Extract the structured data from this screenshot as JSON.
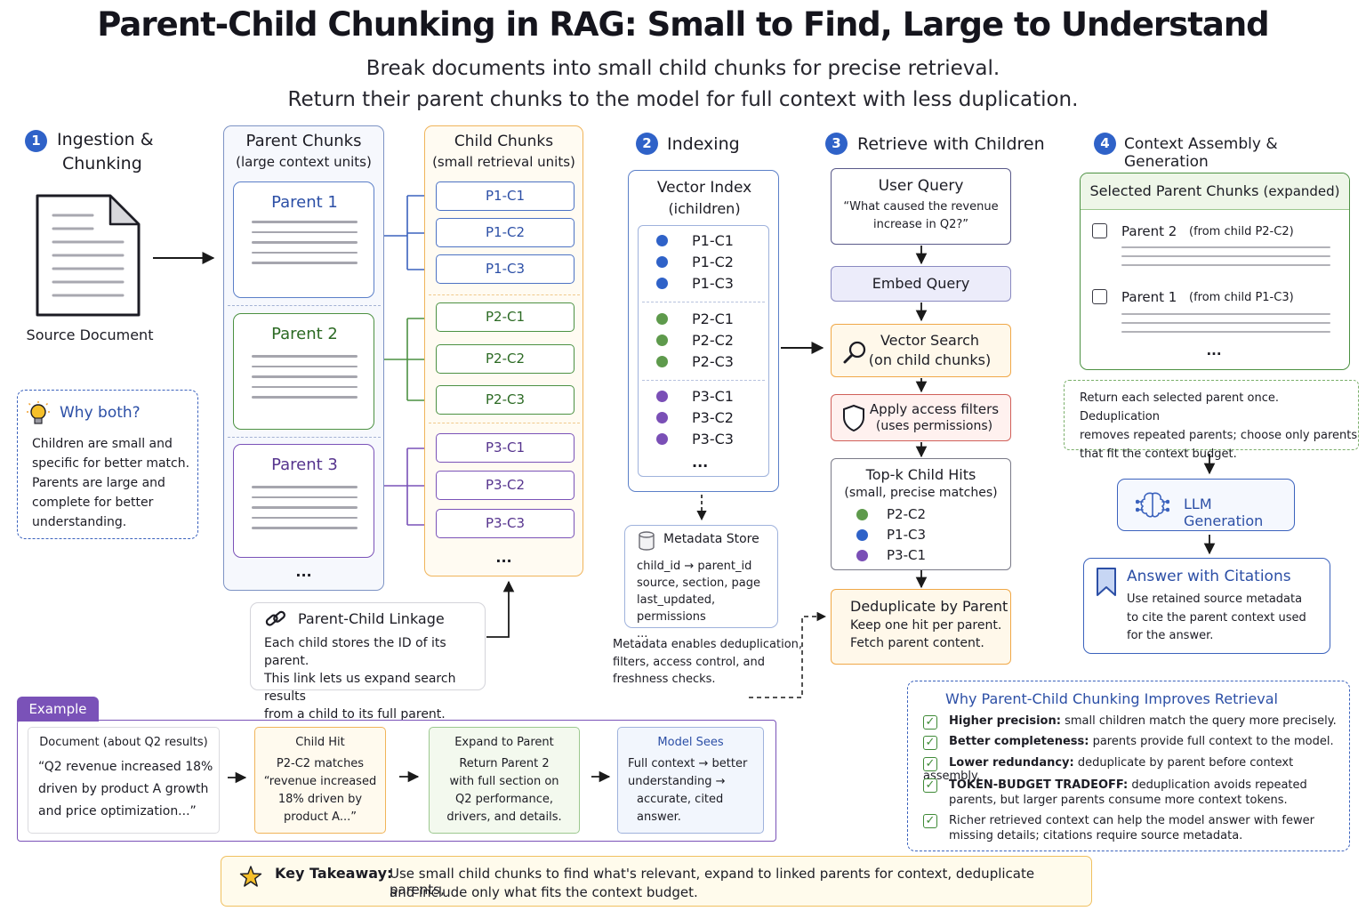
{
  "title": "Parent-Child Chunking in RAG: Small to Find, Large to Understand",
  "subtitle_line1": "Break documents into small child chunks for precise retrieval.",
  "subtitle_line2": "Return their parent chunks to the model for full context with less duplication.",
  "steps": {
    "s1": {
      "num": "1",
      "title_line1": "Ingestion &",
      "title_line2": "Chunking"
    },
    "s2": {
      "num": "2",
      "title": "Indexing"
    },
    "s3": {
      "num": "3",
      "title": "Retrieve with Children"
    },
    "s4": {
      "num": "4",
      "title": "Context Assembly & Generation"
    }
  },
  "source_document": "Source Document",
  "why_both": {
    "title": "Why both?",
    "lines": [
      "Children are small and",
      "specific for better match.",
      "Parents are large and",
      "complete for better",
      "understanding."
    ]
  },
  "parent_chunks": {
    "title": "Parent Chunks",
    "subtitle": "(large context units)",
    "parents": [
      "Parent 1",
      "Parent 2",
      "Parent 3"
    ],
    "more": "..."
  },
  "child_chunks": {
    "title": "Child Chunks",
    "subtitle": "(small retrieval units)",
    "children": [
      "P1-C1",
      "P1-C2",
      "P1-C3",
      "P2-C1",
      "P2-C2",
      "P2-C3",
      "P3-C1",
      "P3-C2",
      "P3-C3"
    ],
    "more": "..."
  },
  "linkage": {
    "title": "Parent-Child Linkage",
    "lines": [
      "Each child stores the ID of its parent.",
      "This link lets us expand search results",
      "from a child to its full parent."
    ]
  },
  "vector_index": {
    "title_line1": "Vector Index",
    "title_line2": "(ichildren)",
    "entries": [
      "P1-C1",
      "P1-C2",
      "P1-C3",
      "P2-C1",
      "P2-C2",
      "P2-C3",
      "P3-C1",
      "P3-C2",
      "P3-C3"
    ],
    "more": "..."
  },
  "metadata_store": {
    "title": "Metadata Store",
    "lines": [
      "child_id → parent_id",
      "source, section, page",
      "last_updated, permissions",
      "..."
    ],
    "note_lines": [
      "Metadata enables deduplication,",
      "filters, access control, and",
      "freshness checks."
    ]
  },
  "retrieve": {
    "user_query_title": "User Query",
    "user_query_line1": "“What caused the revenue",
    "user_query_line2": "increase in Q2?”",
    "embed": "Embed Query",
    "vector_search_line1": "Vector Search",
    "vector_search_line2": "(on child chunks)",
    "filters_line1": "Apply access filters",
    "filters_line2": "(uses permissions)",
    "topk_title": "Top-k Child Hits",
    "topk_sub": "(small, precise matches)",
    "hits": [
      "P2-C2",
      "P1-C3",
      "P3-C1"
    ],
    "dedup_title": "Deduplicate by Parent",
    "dedup_line1": "Keep one hit per parent.",
    "dedup_line2": "Fetch parent content."
  },
  "selected": {
    "title": "Selected Parent Chunks",
    "title_suffix": "(expanded)",
    "items": [
      {
        "name": "Parent 2",
        "from": "(from child P2-C2)"
      },
      {
        "name": "Parent 1",
        "from": "(from child P1-C3)"
      }
    ],
    "more": "...",
    "note_lines": [
      "Return each selected parent once. Deduplication",
      "removes repeated parents; choose only parents",
      "that fit the context budget."
    ]
  },
  "llm": "LLM Generation",
  "answer": {
    "title": "Answer with Citations",
    "lines": [
      "Use retained source metadata",
      "to cite the parent context used",
      "for the answer."
    ]
  },
  "why_improves": {
    "title": "Why Parent-Child Chunking Improves Retrieval",
    "items": [
      {
        "bold": "Higher precision:",
        "text": " small children match the query more precisely.",
        "text2": ""
      },
      {
        "bold": "Better completeness:",
        "text": " parents provide full context to the model.",
        "text2": ""
      },
      {
        "bold": "Lower redundancy:",
        "text": " deduplicate by parent before context assembly.",
        "text2": ""
      },
      {
        "bold": "TOKEN-BUDGET TRADEOFF:",
        "text": " deduplication avoids repeated",
        "text2": "parents, but larger parents consume more context tokens."
      },
      {
        "bold": "",
        "text": "Richer retrieved context can help the model answer with fewer",
        "text2": "missing details; citations require source metadata."
      }
    ]
  },
  "example": {
    "tab": "Example",
    "doc_title": "Document (about Q2 results)",
    "doc_lines": [
      "“Q2 revenue increased 18%",
      "driven by product A growth",
      "and price optimization...”"
    ],
    "hit_title": "Child Hit",
    "hit_lines": [
      "P2-C2 matches",
      "“revenue increased",
      "18% driven by",
      "product A...”"
    ],
    "expand_title": "Expand to Parent",
    "expand_lines": [
      "Return Parent 2",
      "with full section on",
      "Q2 performance,",
      "drivers, and details."
    ],
    "model_title": "Model Sees",
    "model_lines": [
      "Full context → better",
      "understanding →",
      "accurate, cited",
      "answer."
    ]
  },
  "takeaway": {
    "label": "Key Takeaway:",
    "line1": "Use small child chunks to find what's relevant, expand to linked parents for context, deduplicate parents,",
    "line2": "and include only what fits the context budget."
  },
  "colors": {
    "blue": "#2f62c8",
    "green": "#4c9142",
    "purple": "#7a52b8",
    "orange": "#f0a848"
  }
}
